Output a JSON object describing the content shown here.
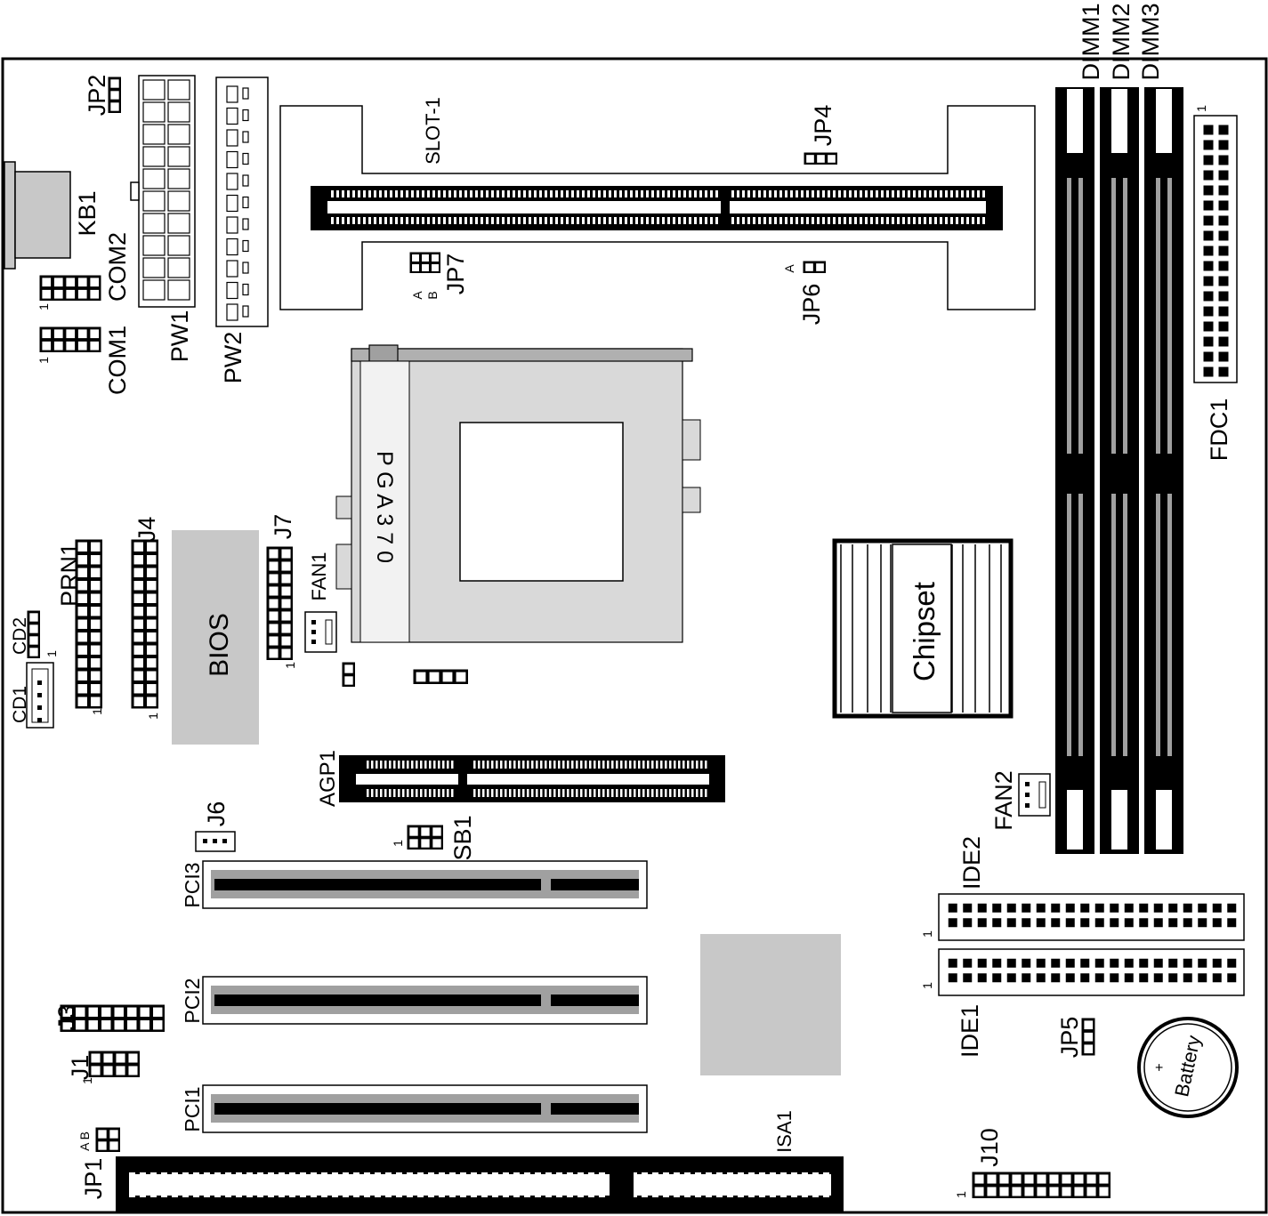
{
  "labels": {
    "jp2": "JP2",
    "kb1": "KB1",
    "com2": "COM2",
    "com1": "COM1",
    "pw1": "PW1",
    "pw2": "PW2",
    "slot1": "SLOT-1",
    "jp4": "JP4",
    "jp7": "JP7",
    "jp6": "JP6",
    "dimm1": "DIMM1",
    "dimm2": "DIMM2",
    "dimm3": "DIMM3",
    "fdc1": "FDC1",
    "pga370": "P G A 3 7 0",
    "j4": "J4",
    "prn1": "PRN1",
    "cd2": "CD2",
    "cd1": "CD1",
    "bios": "BIOS",
    "j7": "J7",
    "fan1": "FAN1",
    "chipset": "Chipset",
    "agp1": "AGP1",
    "fan2": "FAN2",
    "ide2": "IDE2",
    "ide1": "IDE1",
    "jp5": "JP5",
    "j6": "J6",
    "sb1": "SB1",
    "pci3": "PCI3",
    "pci2": "PCI2",
    "pci1": "PCI1",
    "j3": "J3",
    "j1": "J1",
    "jp1": "JP1",
    "isa1": "ISA1",
    "j10": "J10",
    "battery": "Battery"
  },
  "markers": {
    "pin1": "1",
    "a": "A",
    "b": "B",
    "ab": "A B",
    "plus": "+"
  },
  "colors": {
    "board": "#000000",
    "gray": "#c8c8c8",
    "socket": "#d9d9d9",
    "slot_gray": "#a0a0a0"
  }
}
